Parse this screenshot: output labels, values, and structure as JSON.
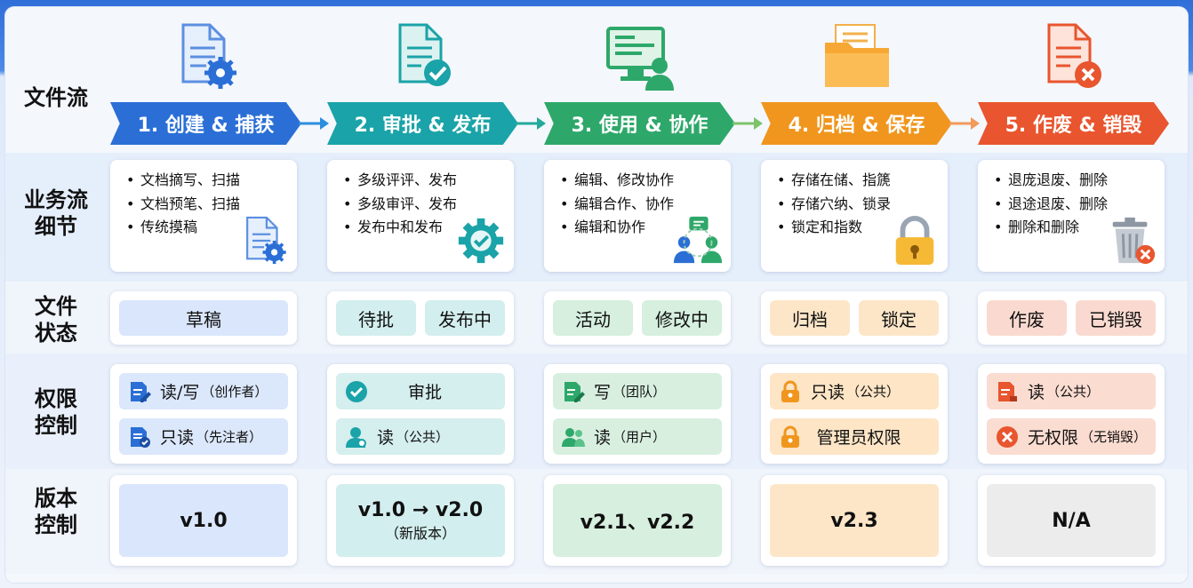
{
  "row_labels": {
    "flow": "文件流",
    "detail_1": "业务流",
    "detail_2": "细节",
    "status_1": "文件",
    "status_2": "状态",
    "perm_1": "权限",
    "perm_2": "控制",
    "version_1": "版本",
    "version_2": "控制"
  },
  "stages": [
    {
      "label": "1. 创建 & 捕获",
      "color": "#2b6fd6",
      "icon": "document-gear-icon",
      "details": [
        "文档摘写、扫描",
        "文档预笔、扫描",
        "传统摸稿"
      ],
      "detail_icon": "document-gear-icon",
      "statuses": [
        "草稿"
      ],
      "status_bg": "#d9e6fb",
      "permissions": [
        {
          "icon": "edit-document-icon",
          "text": "读/写",
          "note": "（创作者）"
        },
        {
          "icon": "checked-document-icon",
          "text": "只读",
          "note": "（先注者）"
        }
      ],
      "perm_bg": "#dbe7fb",
      "version": "v1.0",
      "version_sub": "",
      "version_bg": "#d9e6fb"
    },
    {
      "label": "2. 审批 & 发布",
      "color": "#1aa3a8",
      "icon": "approved-document-icon",
      "details": [
        "多级评评、发布",
        "多级审评、发布",
        "发布中和发布"
      ],
      "detail_icon": "gear-check-icon",
      "statuses": [
        "待批",
        "发布中"
      ],
      "status_bg": "#d3eeee",
      "permissions": [
        {
          "icon": "check-circle-icon",
          "text": "审批",
          "note": ""
        },
        {
          "icon": "user-icon",
          "text": "读",
          "note": "（公共）"
        }
      ],
      "perm_bg": "#d5eeee",
      "version": "v1.0 → v2.0",
      "version_sub": "（新版本）",
      "version_bg": "#d3eeee"
    },
    {
      "label": "3. 使用 & 协作",
      "color": "#2ea86a",
      "icon": "monitor-user-icon",
      "details": [
        "编辑、修改协作",
        "编辑合作、协作",
        "编辑和协作"
      ],
      "detail_icon": "team-chat-icon",
      "statuses": [
        "活动",
        "修改中"
      ],
      "status_bg": "#d6efdf",
      "permissions": [
        {
          "icon": "write-icon",
          "text": "写",
          "note": "（团队）"
        },
        {
          "icon": "users-icon",
          "text": "读",
          "note": "（用户）"
        }
      ],
      "perm_bg": "#d8efe0",
      "version": "v2.1、v2.2",
      "version_sub": "",
      "version_bg": "#d6efdf"
    },
    {
      "label": "4. 归档 & 保存",
      "color": "#f0961e",
      "icon": "folder-icon",
      "details": [
        "存储在储、指篪",
        "存储穴纳、锁录",
        "锁定和指数"
      ],
      "detail_icon": "padlock-icon",
      "statuses": [
        "归档",
        "锁定"
      ],
      "status_bg": "#fde6c8",
      "permissions": [
        {
          "icon": "lock-icon",
          "text": "只读",
          "note": "（公共）"
        },
        {
          "icon": "lock-icon",
          "text": "管理员权限",
          "note": ""
        }
      ],
      "perm_bg": "#fde5c6",
      "version": "v2.3",
      "version_sub": "",
      "version_bg": "#fde6c8"
    },
    {
      "label": "5. 作废 & 销毁",
      "color": "#e8552e",
      "icon": "delete-document-icon",
      "details": [
        "退庞退废、删除",
        "退途退废、删除",
        "删除和删除"
      ],
      "detail_icon": "trash-icon",
      "statuses": [
        "作废",
        "已销毁"
      ],
      "status_bg": "#fadad0",
      "permissions": [
        {
          "icon": "read-document-icon",
          "text": "读",
          "note": "（公共）"
        },
        {
          "icon": "x-circle-icon",
          "text": "无权限",
          "note": "（无销毁）"
        }
      ],
      "perm_bg": "#fbdcd1",
      "version": "N/A",
      "version_sub": "",
      "version_bg": "#ececec"
    }
  ]
}
